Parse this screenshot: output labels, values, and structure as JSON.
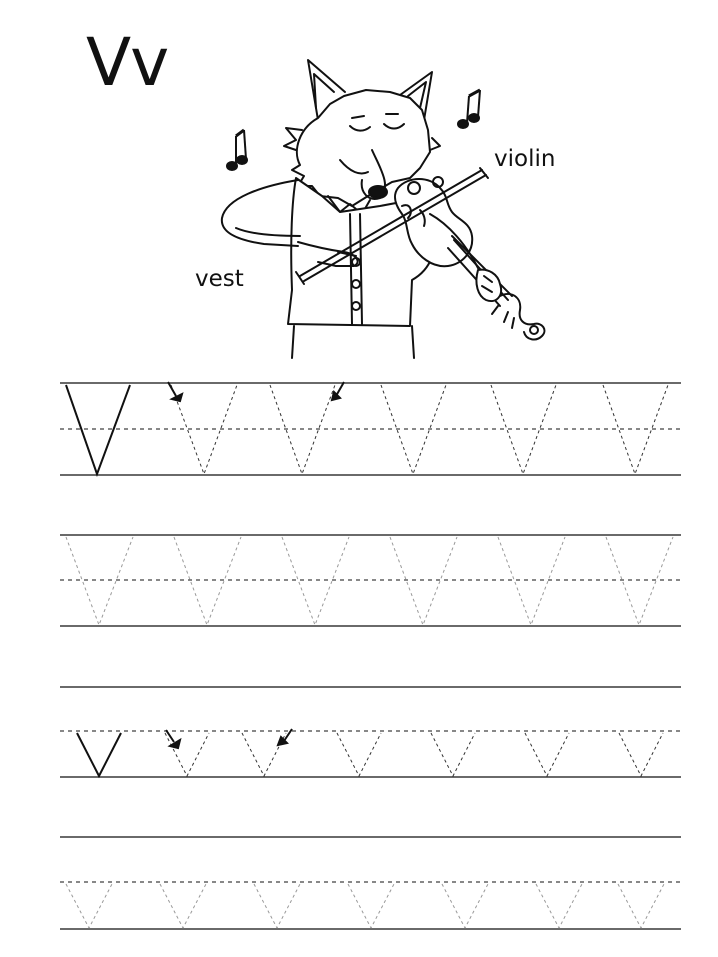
{
  "worksheet": {
    "letter_heading": "Vv",
    "labels": {
      "violin": "violin",
      "vest": "vest"
    }
  }
}
